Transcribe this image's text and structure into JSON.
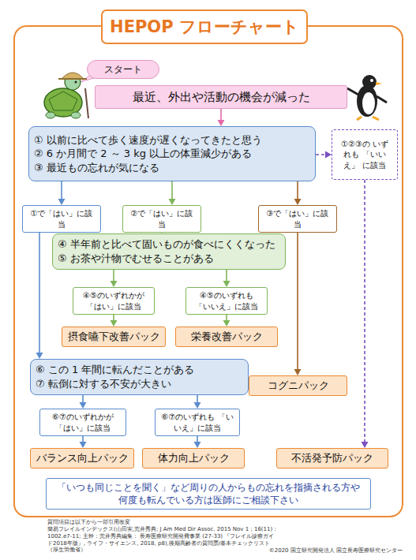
{
  "diagram": {
    "title": "HEPOP フローチャート",
    "nodes": [
      {
        "text": [
          "スタート"
        ]
      },
      {
        "text": [
          "最近、外出や活動の機会が減った"
        ]
      },
      {
        "text": [
          "① 以前に比べて歩く速度が遅くなってきたと思う",
          "② 6 か月間で 2 ～ 3 kg 以上の体重減少がある",
          "③ 最近もの忘れが気になる"
        ]
      },
      {
        "text": [
          "①②③の いずれも 「いいえ」 に該当"
        ]
      },
      {
        "text": [
          "①で「はい」に該当"
        ]
      },
      {
        "text": [
          "②で「はい」に該当"
        ]
      },
      {
        "text": [
          "③で「はい」に該当"
        ]
      },
      {
        "text": [
          "④ 半年前と比べて固いものが食べにくくなった",
          "⑤ お茶や汁物でむせることがある"
        ]
      },
      {
        "text": [
          "④⑤のいずれかが 「はい」に該当"
        ]
      },
      {
        "text": [
          "④⑤のいずれも 「いいえ」に該当"
        ]
      },
      {
        "text": [
          "摂食嚥下改善パック"
        ]
      },
      {
        "text": [
          "栄養改善パック"
        ]
      },
      {
        "text": [
          "⑥ この 1 年間に転んだことがある",
          "⑦ 転倒に対する不安が大きい"
        ]
      },
      {
        "text": [
          "⑥⑦のいずれかが 「はい」に該当"
        ]
      },
      {
        "text": [
          "⑥⑦のいずれも 「いいえ」に該当"
        ]
      },
      {
        "text": [
          "コグニパック"
        ]
      },
      {
        "text": [
          "バランス向上パック"
        ]
      },
      {
        "text": [
          "体力向上パック"
        ]
      },
      {
        "text": [
          "不活発予防パック"
        ]
      },
      {
        "text": [
          "「いつも同じことを聞く」など周りの人からもの忘れを指摘される方や 何度も転んでいる方は医師にご相談下さい"
        ]
      }
    ],
    "edges": [
      {
        "from": 1,
        "to": 2,
        "arrow": "to"
      },
      {
        "from": 2,
        "to": 3,
        "arrow": "to"
      },
      {
        "from": 2,
        "to": 4,
        "arrow": "to"
      },
      {
        "from": 2,
        "to": 5,
        "arrow": "to"
      },
      {
        "from": 2,
        "to": 6,
        "arrow": "to"
      },
      {
        "from": 3,
        "to": 18,
        "arrow": "to"
      },
      {
        "from": 4,
        "to": 12,
        "arrow": "to"
      },
      {
        "from": 5,
        "to": 7,
        "arrow": "to"
      },
      {
        "from": 6,
        "to": 15,
        "arrow": "to"
      },
      {
        "from": 7,
        "to": 8,
        "arrow": "to"
      },
      {
        "from": 7,
        "to": 9,
        "arrow": "to"
      },
      {
        "from": 8,
        "to": 10,
        "arrow": "to"
      },
      {
        "from": 9,
        "to": 11,
        "arrow": "to"
      },
      {
        "from": 12,
        "to": 13,
        "arrow": "to"
      },
      {
        "from": 12,
        "to": 14,
        "arrow": "to"
      },
      {
        "from": 13,
        "to": 16,
        "arrow": "to"
      },
      {
        "from": 14,
        "to": 17,
        "arrow": "to"
      }
    ],
    "labels": [
      "質問項目は以下から一部引用改変",
      "簡易フレイルインデックス(山田実,荒井秀典; J Am Med Dir Assoc. 2015 Nov 1 ; 16(11) : 1002.e7-11; 主幹：荒井秀典編集： 長寿医療研究開発費事業 (27-33) 『フレイル診療ガイド2018年版』, ライフ・サイエンス, 2018, p8),後期高齢者の質問票/基本チェックリスト（厚生労働省）",
      "©2020 国立研究開発法人 国立長寿医療研究センター"
    ]
  }
}
